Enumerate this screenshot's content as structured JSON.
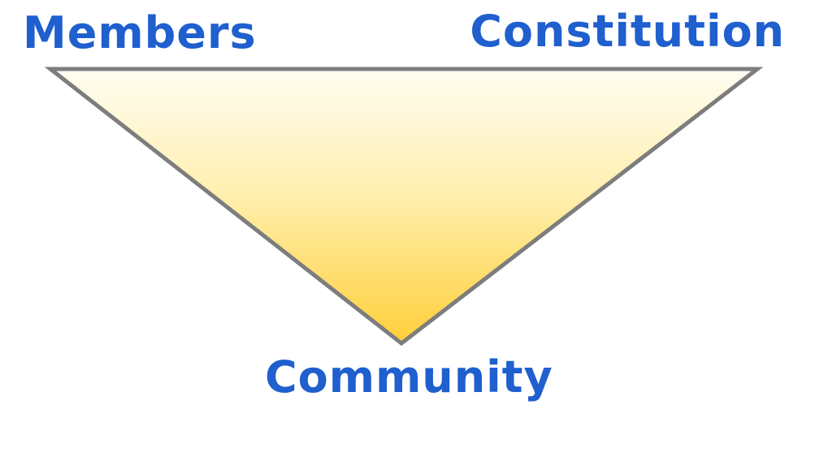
{
  "diagram": {
    "vertices": {
      "members": "Members",
      "constitution": "Constitution",
      "community": "Community"
    },
    "colors": {
      "label_text": "#1f5fce",
      "edge_stroke": "#7d7d7d",
      "fill_top": "#fffdf2",
      "fill_bottom": "#ffcf3a"
    }
  }
}
